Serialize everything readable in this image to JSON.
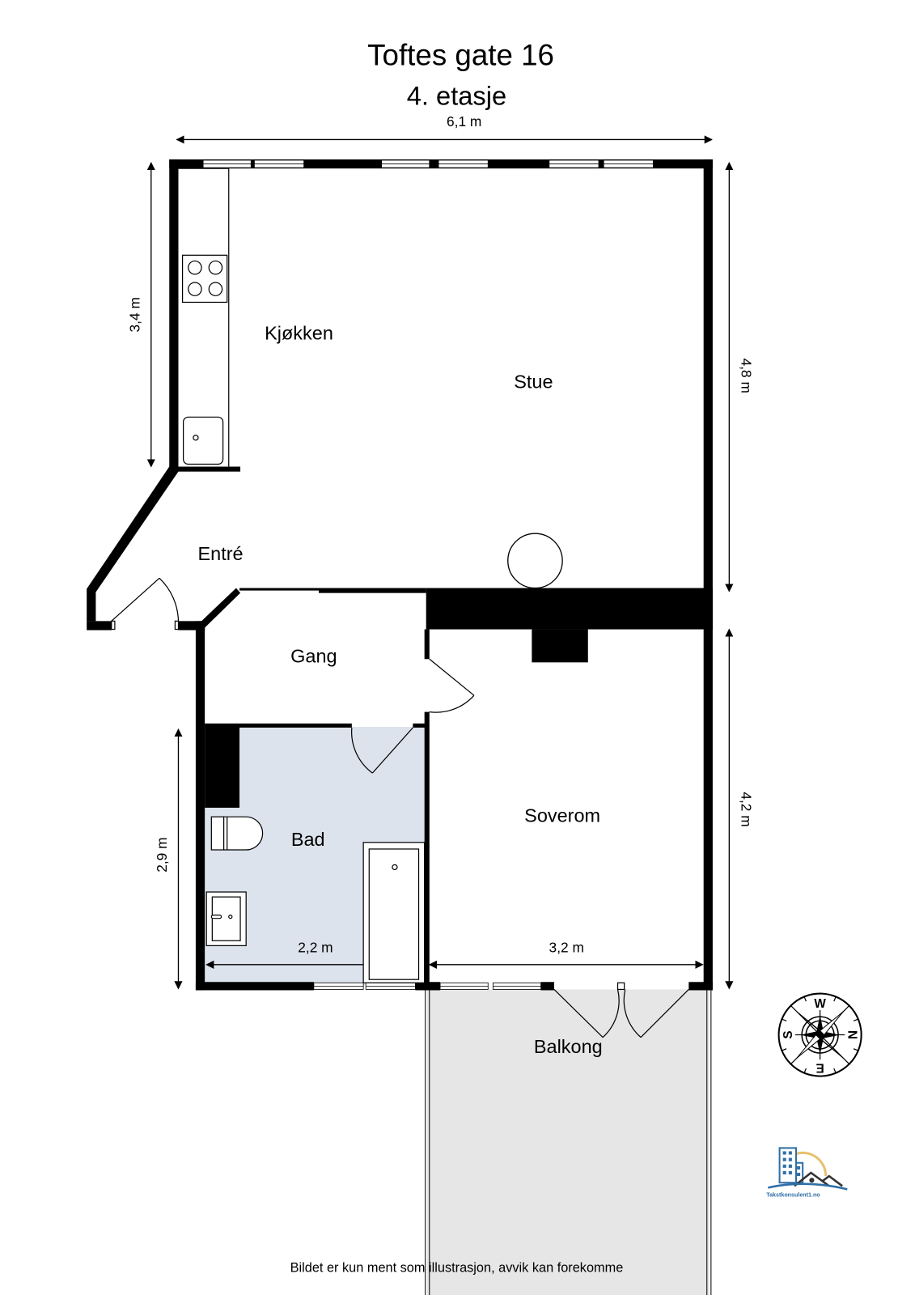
{
  "header": {
    "title": "Toftes gate 16",
    "subtitle": "4. etasje"
  },
  "dimensions": {
    "top_width": "6,1 m",
    "left_kitchen": "3,4 m",
    "right_upper": "4,8 m",
    "right_lower": "4,2 m",
    "left_bath": "2,9 m",
    "bath_width": "2,2 m",
    "bedroom_width": "3,2 m"
  },
  "rooms": {
    "kitchen": "Kjøkken",
    "living": "Stue",
    "entry": "Entré",
    "hall": "Gang",
    "bath": "Bad",
    "bedroom": "Soverom",
    "balcony": "Balkong"
  },
  "compass": {
    "top": "W",
    "right": "N",
    "bottom": "E",
    "left": "S"
  },
  "logo": {
    "text": "Takstkonsulent1.no"
  },
  "footer": {
    "disclaimer": "Bildet er kun ment som illustrasjon, avvik kan forekomme"
  },
  "colors": {
    "wall": "#000000",
    "bath_fill": "#dde3ec",
    "balcony_fill": "#e6e6e6",
    "logo_blue": "#2f6fa6",
    "logo_gold": "#e8c170"
  }
}
